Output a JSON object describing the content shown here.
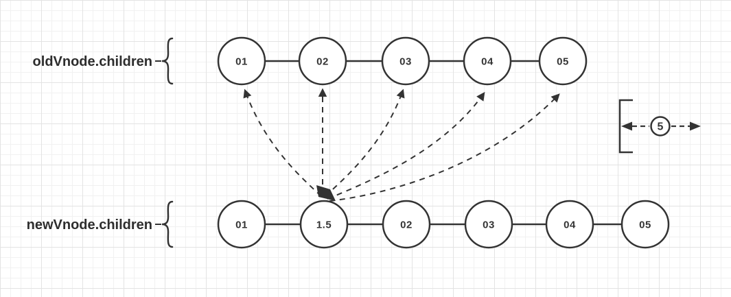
{
  "diagram": {
    "old_row": {
      "label": "oldVnode.children",
      "nodes": [
        "01",
        "02",
        "03",
        "04",
        "05"
      ]
    },
    "new_row": {
      "label": "newVnode.children",
      "nodes": [
        "01",
        "1.5",
        "02",
        "03",
        "04",
        "05"
      ]
    },
    "move_count_badge": {
      "value": "5"
    },
    "colors": {
      "stroke": "#333333",
      "background": "#ffffff",
      "grid_minor": "#f1f1f1",
      "grid_major": "#e3e3e3"
    }
  }
}
